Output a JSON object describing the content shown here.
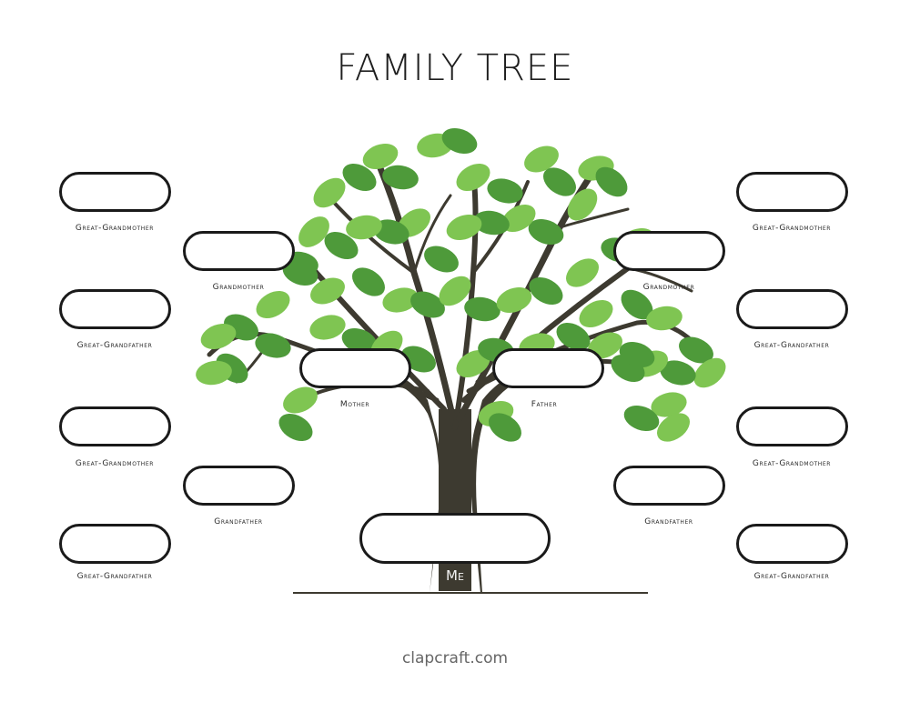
{
  "title": "FAMILY TREE",
  "footer": "clapcraft.com",
  "colors": {
    "trunk": "#3d3a30",
    "leaf_light": "#7fc552",
    "leaf_dark": "#4e9a3a",
    "box_border": "#1a1a1a"
  },
  "me_label": "Me",
  "labels": {
    "great_grandmother": "Great-Grandmother",
    "great_grandfather": "Great-Grandfather",
    "grandmother": "Grandmother",
    "grandfather": "Grandfather",
    "mother": "Mother",
    "father": "Father"
  },
  "left": {
    "ggm_1": "Great-Grandmother",
    "ggf_1": "Great-Grandfather",
    "ggm_2": "Great-Grandmother",
    "ggf_2": "Great-Grandfather",
    "grandmother": "Grandmother",
    "grandfather": "Grandfather",
    "parent": "Mother"
  },
  "right": {
    "ggm_1": "Great-Grandmother",
    "ggf_1": "Great-Grandfather",
    "ggm_2": "Great-Grandmother",
    "ggf_2": "Great-Grandfather",
    "grandmother": "Grandmother",
    "grandfather": "Grandfather",
    "parent": "Father"
  }
}
